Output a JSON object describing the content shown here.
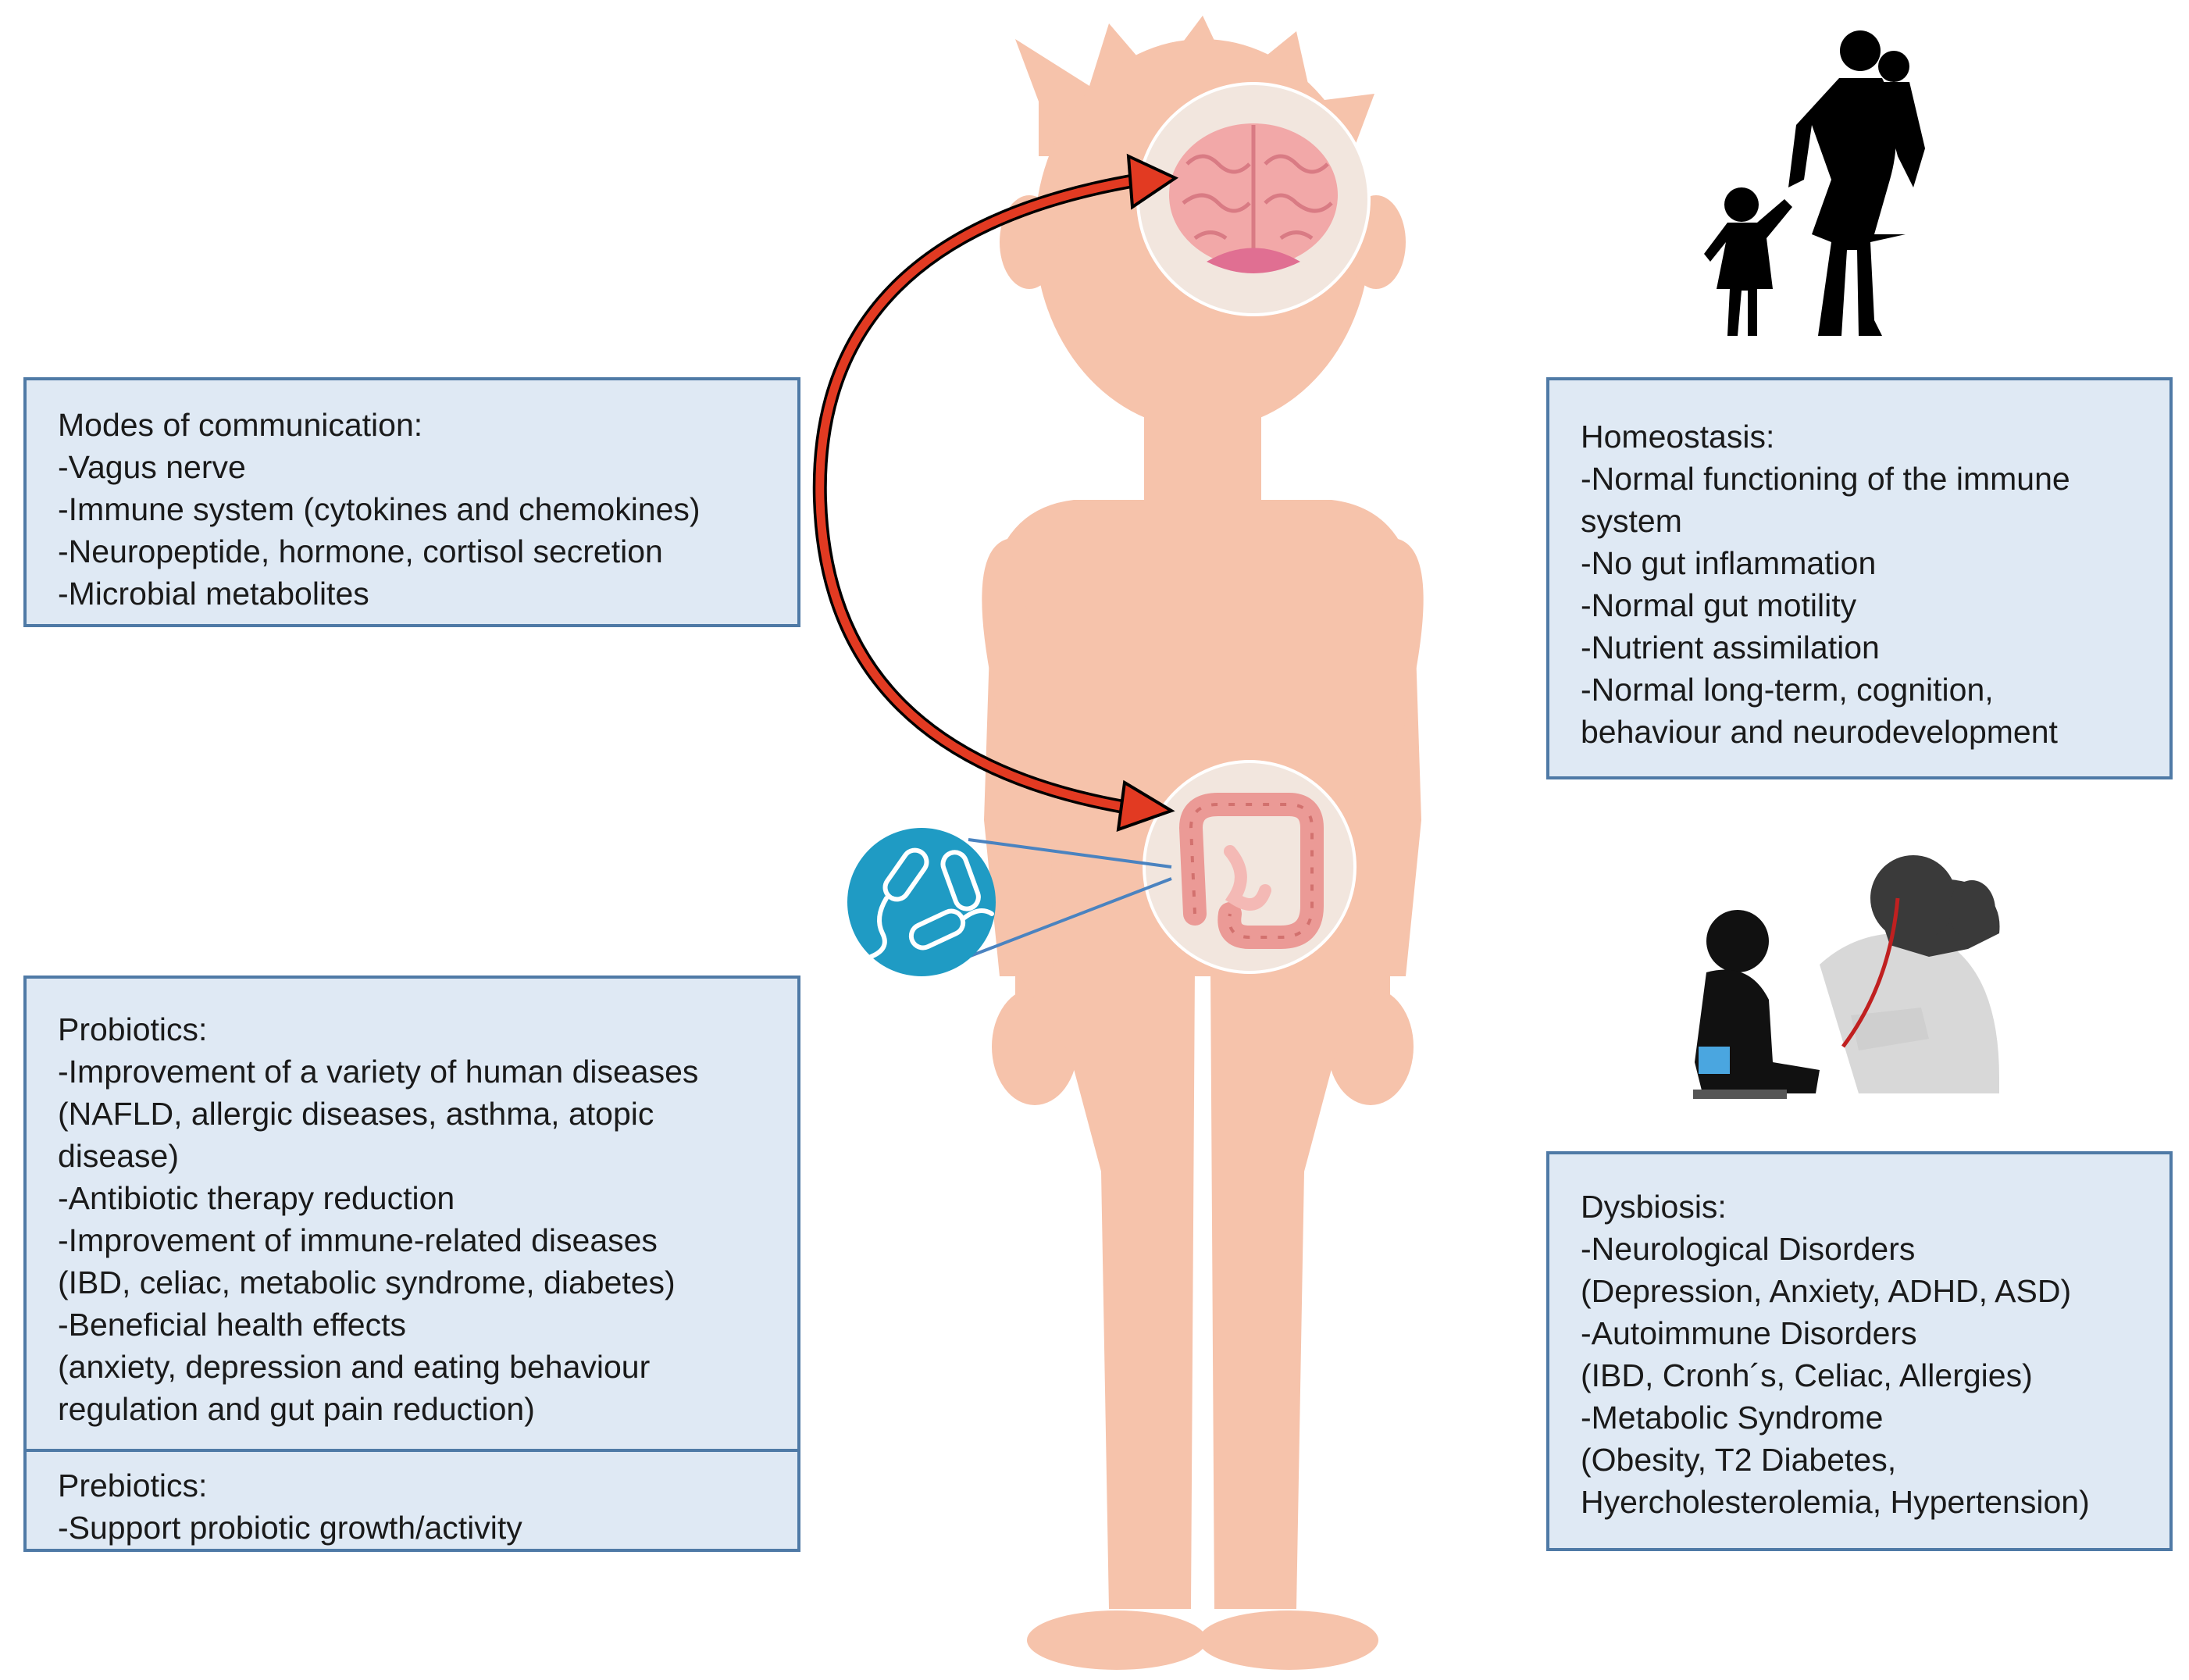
{
  "communication": {
    "title": "Modes of communication:",
    "items": [
      "-Vagus nerve",
      "-Immune system (cytokines and chemokines)",
      "-Neuropeptide, hormone, cortisol secretion",
      "-Microbial metabolites"
    ]
  },
  "homeostasis": {
    "title": "Homeostasis:",
    "lines": [
      "-Normal functioning of the immune",
      "system",
      "-No gut inflammation",
      "-Normal gut motility",
      "-Nutrient assimilation",
      "-Normal long-term, cognition,",
      "behaviour and neurodevelopment"
    ]
  },
  "probiotics": {
    "title": "Probiotics:",
    "lines": [
      "-Improvement of a variety of human diseases",
      "(NAFLD, allergic diseases, asthma, atopic",
      "disease)",
      "-Antibiotic therapy reduction",
      "-Improvement of immune-related diseases",
      "(IBD, celiac, metabolic syndrome, diabetes)",
      "-Beneficial health effects",
      "(anxiety, depression and eating behaviour",
      "regulation and gut pain reduction)"
    ]
  },
  "prebiotics": {
    "title": "Prebiotics:",
    "items": [
      "-Support probiotic growth/activity"
    ]
  },
  "dysbiosis": {
    "title": "Dysbiosis:",
    "lines": [
      "-Neurological Disorders",
      "(Depression, Anxiety, ADHD, ASD)",
      "-Autoimmune Disorders",
      "(IBD, Cronh´s, Celiac, Allergies)",
      "-Metabolic Syndrome",
      "(Obesity, T2 Diabetes,",
      "Hyercholesterolemia, Hypertension)"
    ]
  },
  "colors": {
    "body": "#f6c3ab",
    "box_fill": "#dfe9f4",
    "box_border": "#4f7aa6",
    "arrow": "#e23a22",
    "bacteria": "#1f9bc4",
    "silhouette": "#000000"
  },
  "icons": [
    "brain-icon",
    "intestine-icon",
    "bacteria-icon",
    "family-silhouette-icon",
    "doctor-child-silhouette-icon",
    "gut-brain-arrow-icon"
  ]
}
